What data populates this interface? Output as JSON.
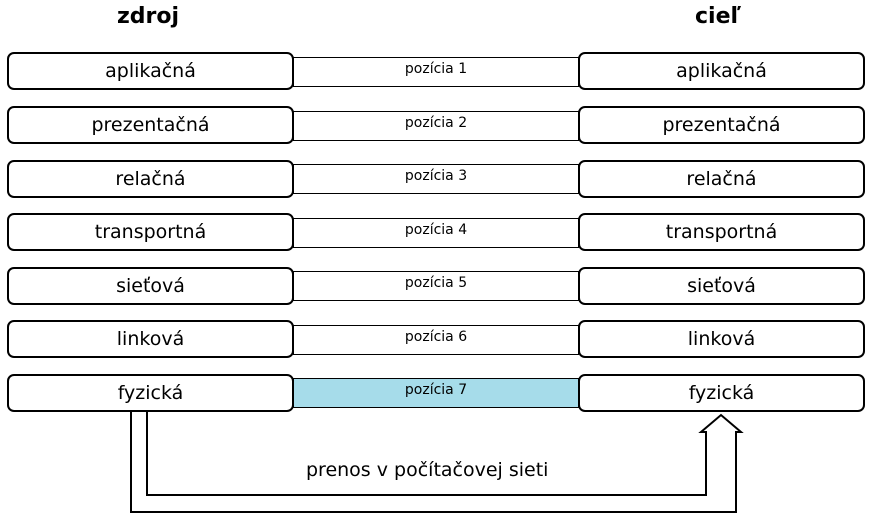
{
  "header": {
    "source": "zdroj",
    "target": "cieľ"
  },
  "layers": [
    {
      "source": "aplikačná",
      "target": "aplikačná",
      "link": "pozícia 1",
      "highlighted": false
    },
    {
      "source": "prezentačná",
      "target": "prezentačná",
      "link": "pozícia 2",
      "highlighted": false
    },
    {
      "source": "relačná",
      "target": "relačná",
      "link": "pozícia 3",
      "highlighted": false
    },
    {
      "source": "transportná",
      "target": "transportná",
      "link": "pozícia 4",
      "highlighted": false
    },
    {
      "source": "sieťová",
      "target": "sieťová",
      "link": "pozícia 5",
      "highlighted": false
    },
    {
      "source": "linková",
      "target": "linková",
      "link": "pozícia 6",
      "highlighted": false
    },
    {
      "source": "fyzická",
      "target": "fyzická",
      "link": "pozícia 7",
      "highlighted": true
    }
  ],
  "caption": "prenos v počítačovej sieti",
  "colors": {
    "highlight": "#a6dcea",
    "stroke": "#000000"
  }
}
